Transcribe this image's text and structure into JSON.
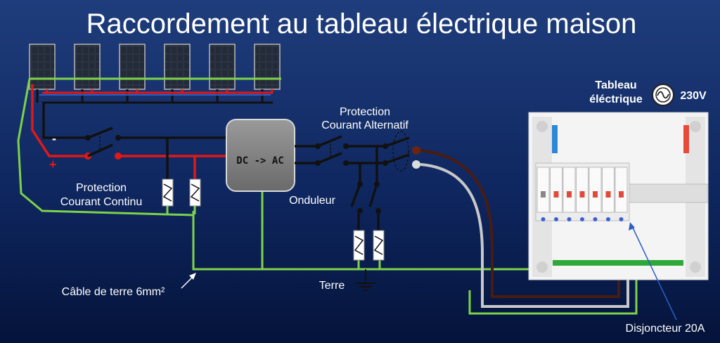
{
  "title": "Raccordement au tableau électrique maison",
  "labels": {
    "protection_dc_line1": "Protection",
    "protection_dc_line2": "Courant Continu",
    "protection_ac_line1": "Protection",
    "protection_ac_line2": "Courant Alternatif",
    "inverter_box": "DC -> AC",
    "inverter_name": "Onduleur",
    "ground": "Terre",
    "ground_cable": "Câble de terre 6mm²",
    "breaker": "Disjoncteur 20A",
    "panel_line1": "Tableau",
    "panel_line2": "éléctrique",
    "voltage": "230V",
    "minus": "-",
    "plus": "+"
  },
  "colors": {
    "background_top": "#1e3c7a",
    "background_bottom": "#04123a",
    "wire_negative": "#111111",
    "wire_positive": "#e01818",
    "wire_ground": "#7ed24a",
    "wire_phase": "#4a1c10",
    "wire_neutral": "#c8c8c8",
    "panel_module": "#1a1f2a"
  },
  "panels": {
    "count": 6
  }
}
